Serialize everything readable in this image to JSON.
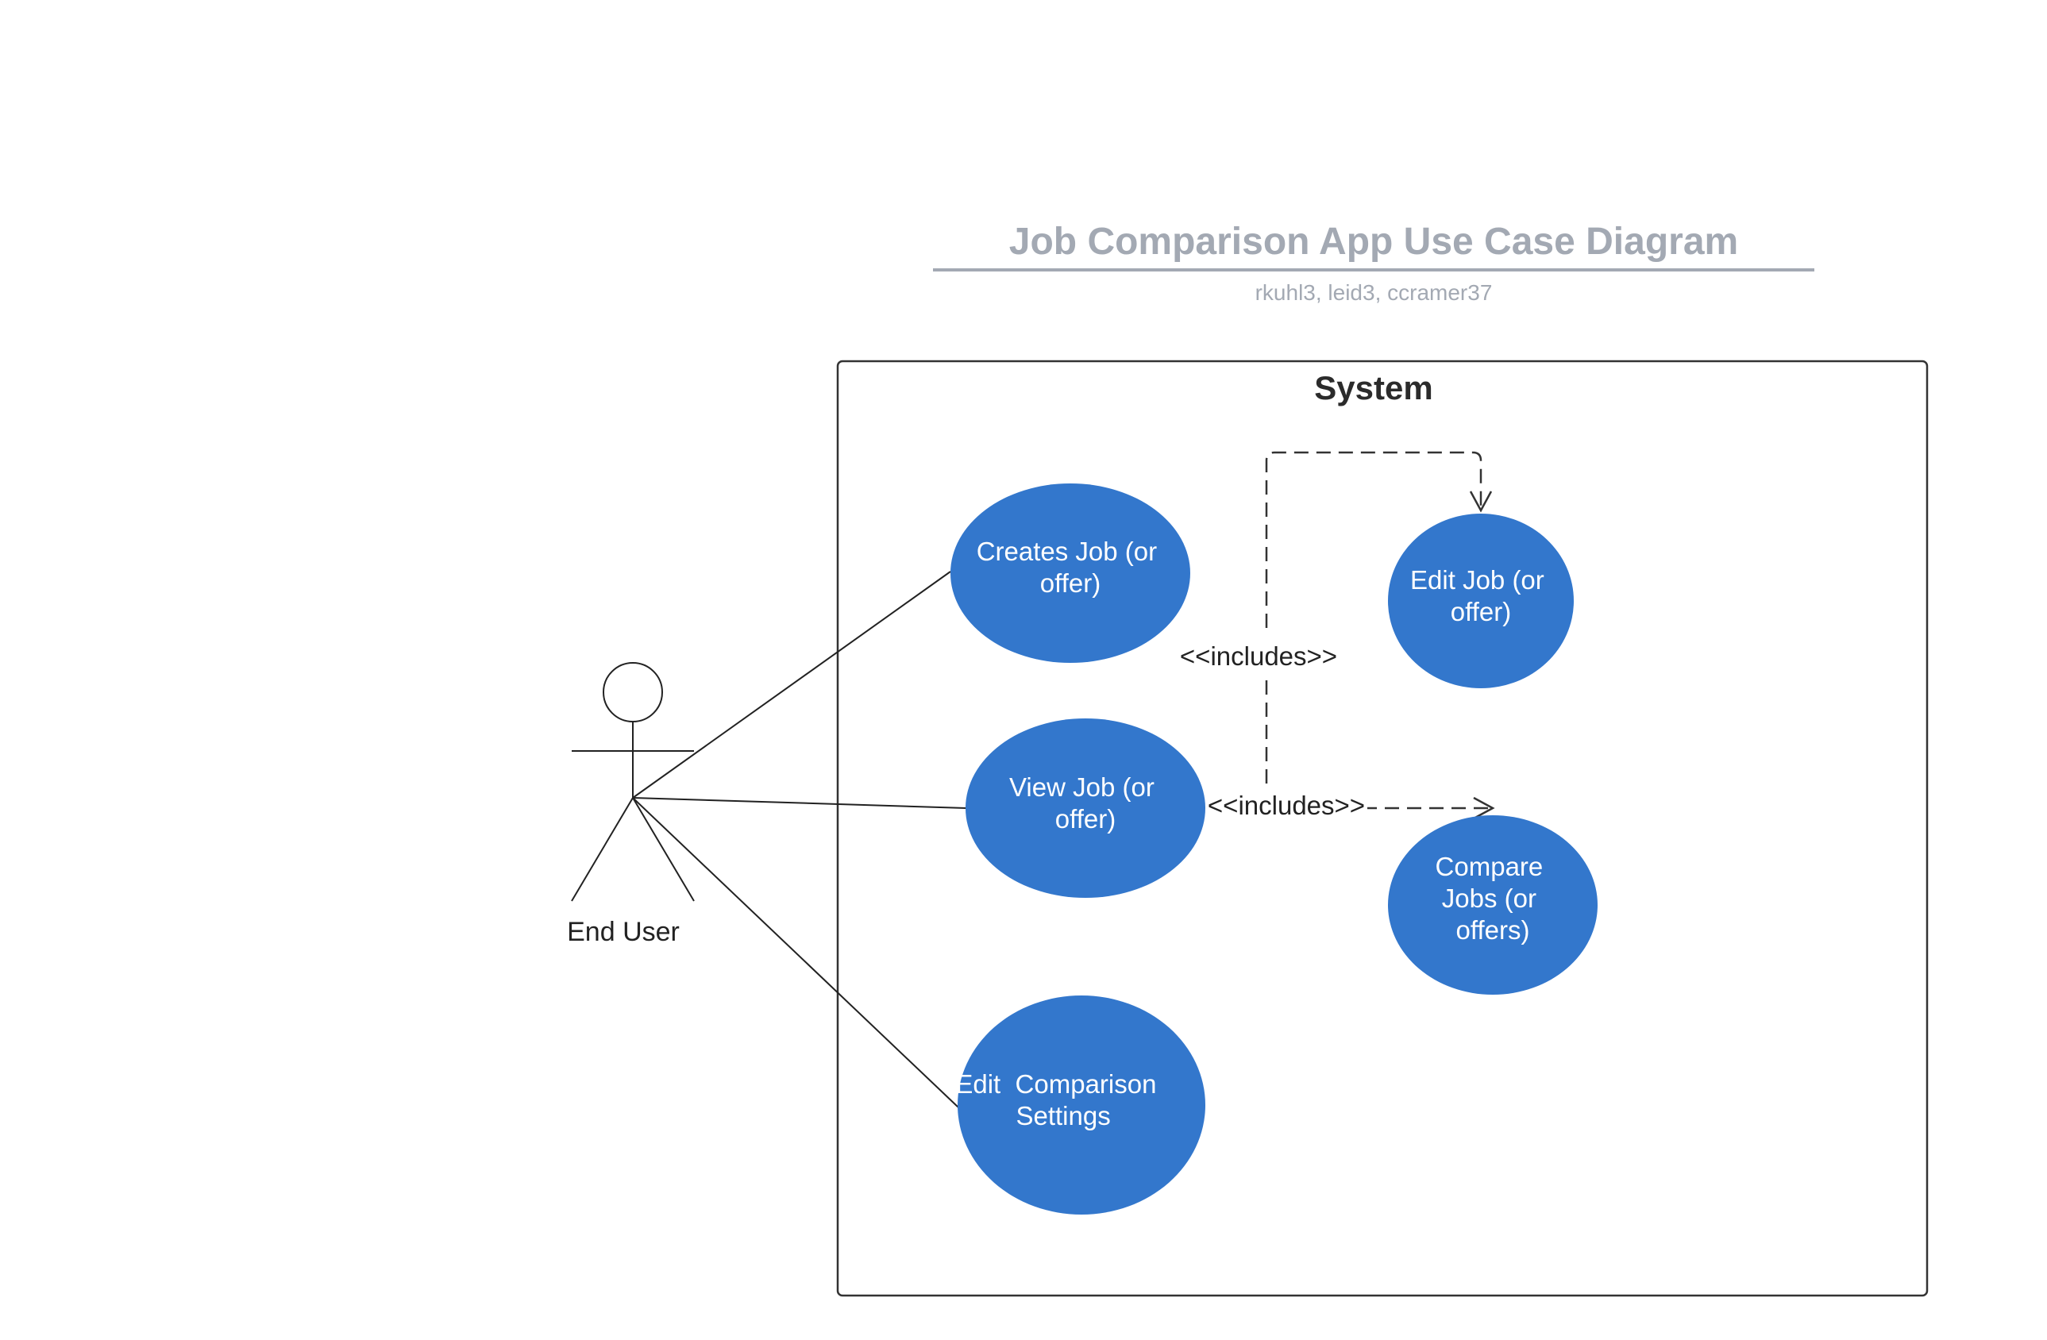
{
  "title": "Job Comparison App Use Case Diagram",
  "authors": "rkuhl3, leid3, ccramer37",
  "system": {
    "label": "System"
  },
  "actor": {
    "label": "End User"
  },
  "use_cases": {
    "creates_job": [
      "Creates Job (or",
      "offer)"
    ],
    "view_job": [
      "View Job (or",
      "offer)"
    ],
    "edit_comparison_settings": [
      "Edit  Comparison",
      "Settings"
    ],
    "edit_job": [
      "Edit Job (or",
      "offer)"
    ],
    "compare_jobs": [
      "Compare",
      "Jobs (or",
      "offers)"
    ]
  },
  "relations": {
    "include_edit_job": "<<includes>>",
    "include_compare_jobs": "<<includes>>"
  },
  "colors": {
    "use_case_fill": "#3377cc",
    "title_gray": "#a3a9b3",
    "line": "#222222"
  }
}
